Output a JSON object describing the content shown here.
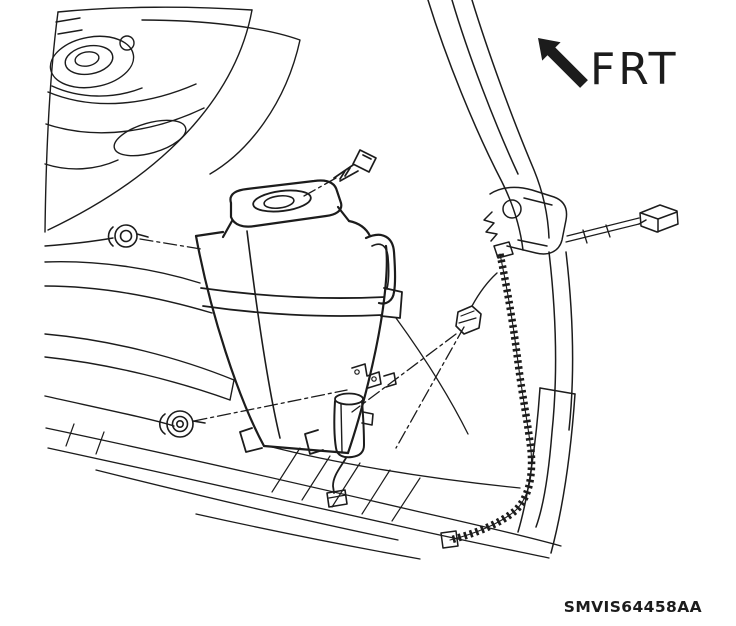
{
  "figure": {
    "direction_label": "FRT",
    "direction_arrow_icon": "arrow-up-left",
    "caption": "SMVIS64458AA",
    "colors": {
      "line": "#1c1c1c",
      "background": "#ffffff"
    }
  }
}
